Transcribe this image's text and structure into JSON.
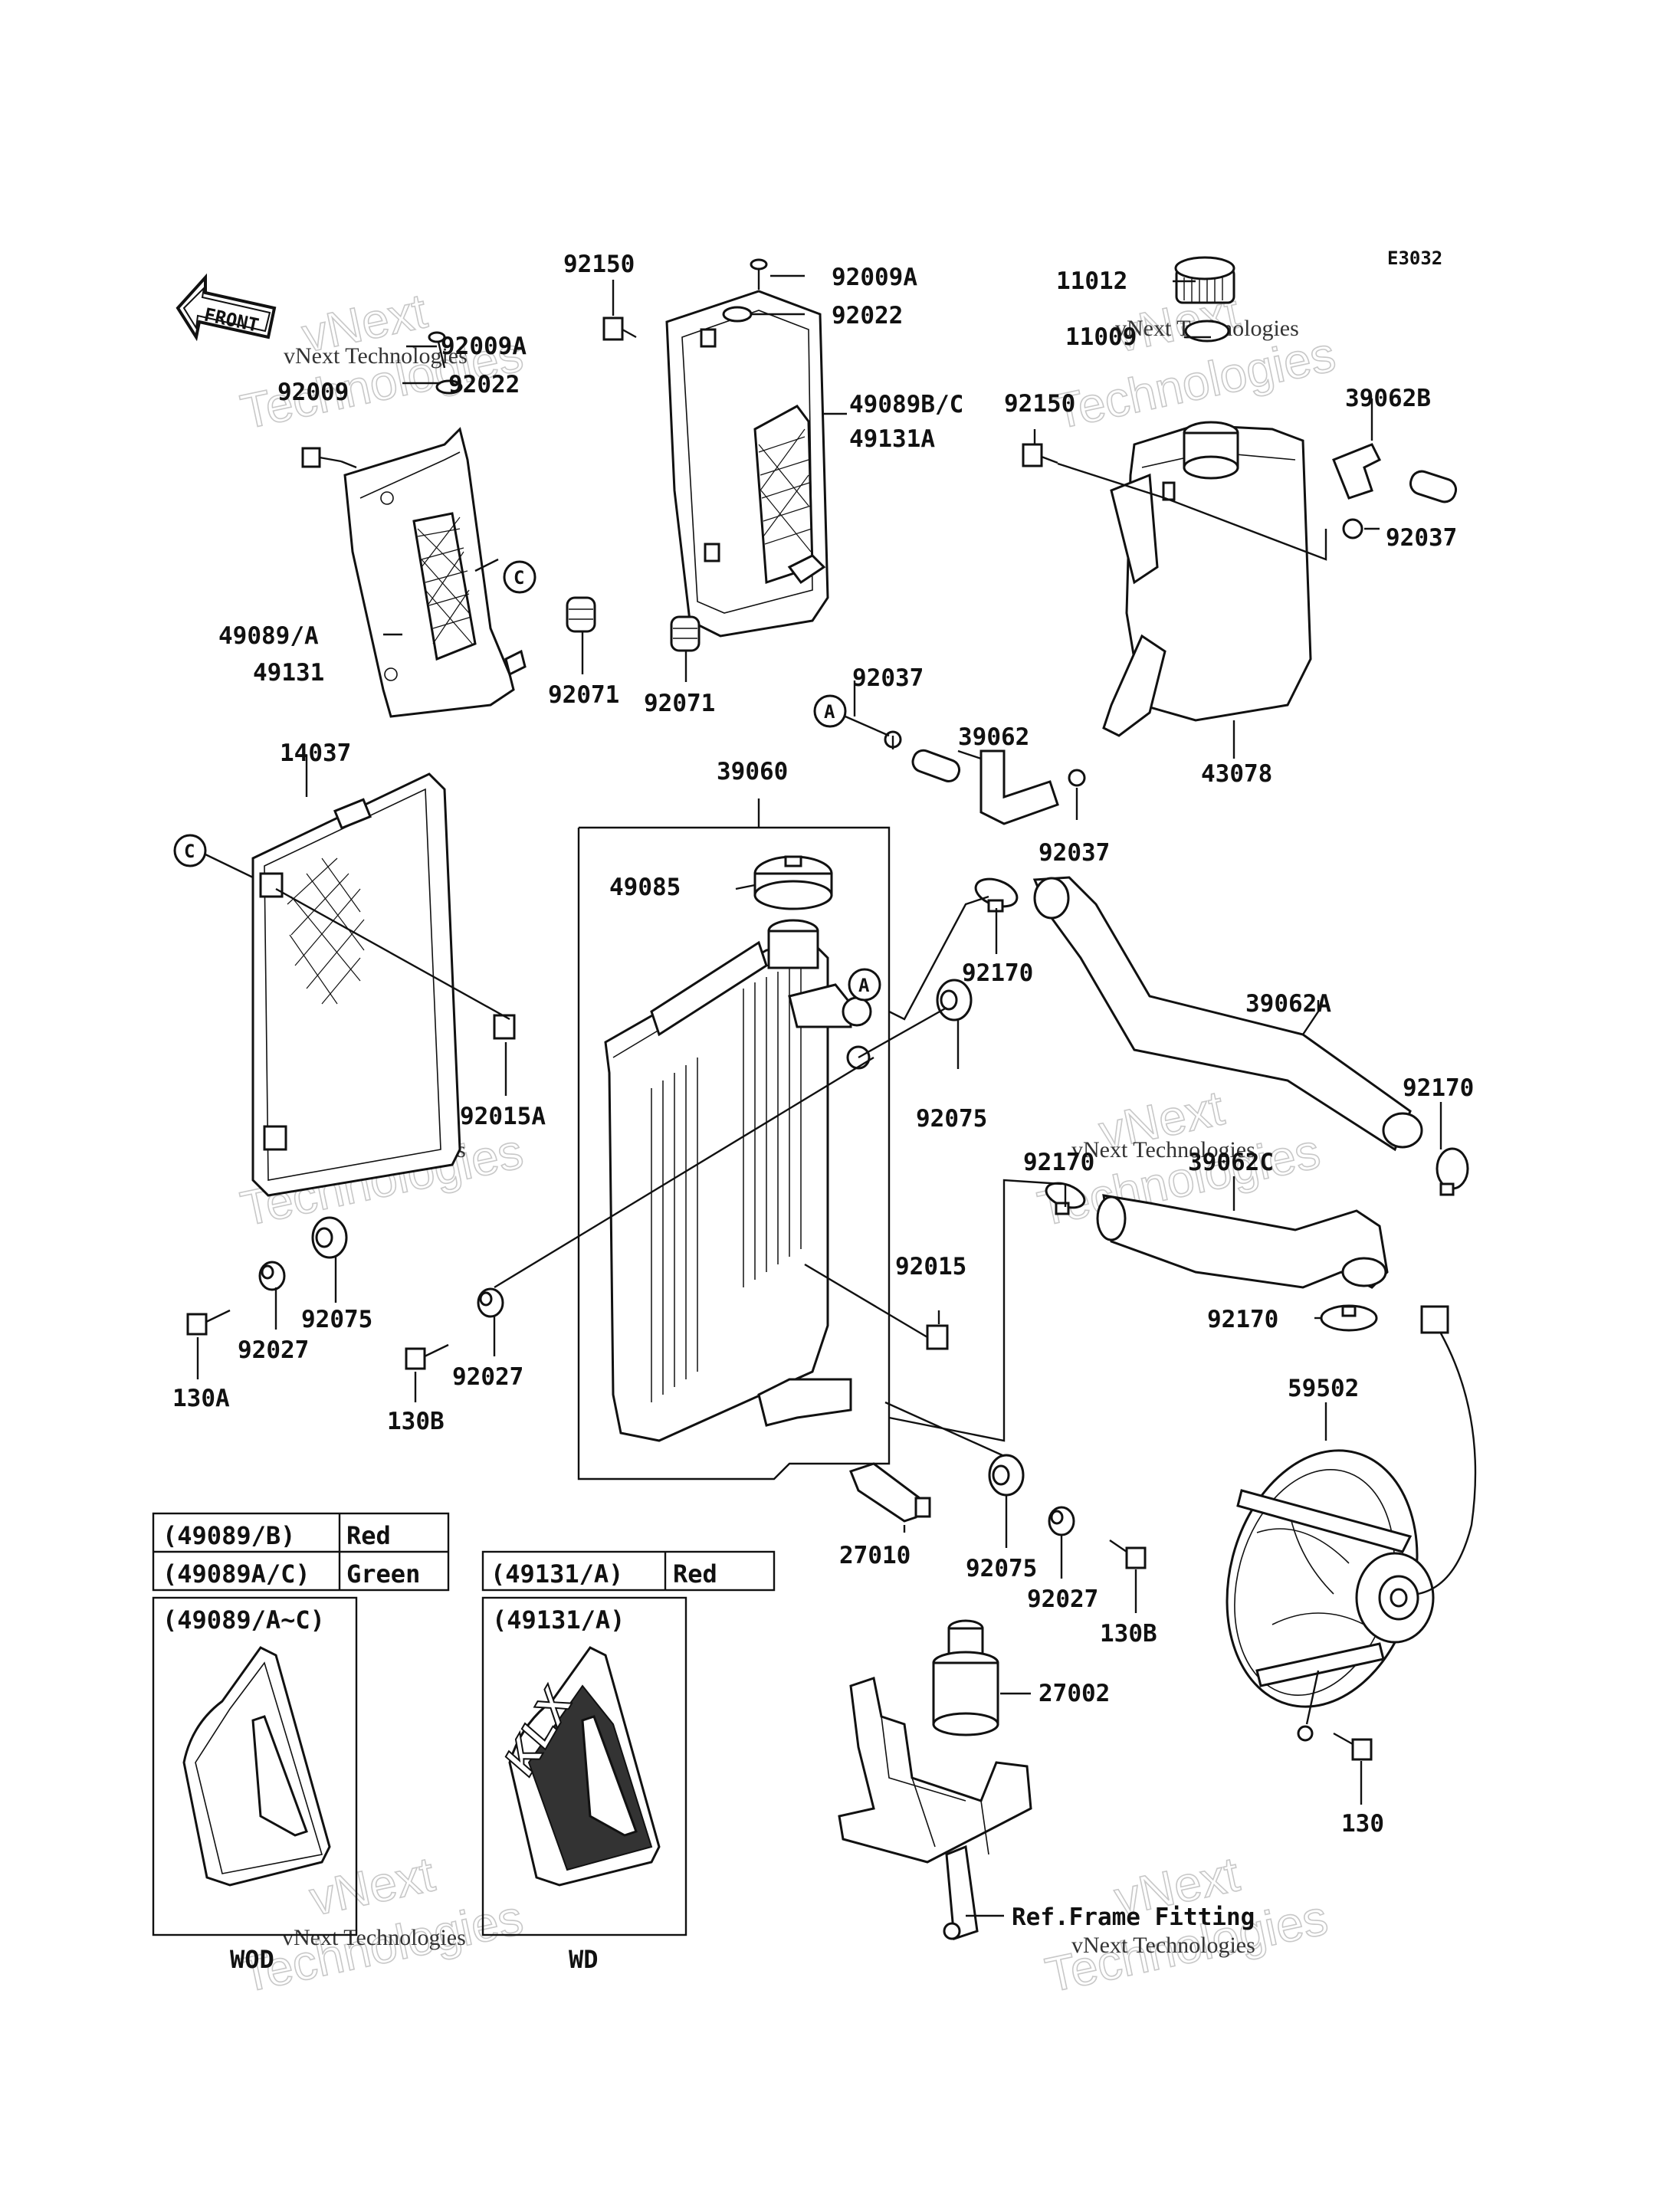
{
  "diagram_code": "E3032",
  "front_label": "FRONT",
  "callouts": {
    "A": "A",
    "C": "C"
  },
  "parts": {
    "p92150_left": "92150",
    "p92009A_top": "92009A",
    "p92022_top": "92022",
    "p92009A_left": "92009A",
    "p92022_left": "92022",
    "p92009": "92009",
    "p49089BC": "49089B/C",
    "p49131A": "49131A",
    "p11012": "11012",
    "p11009": "11009",
    "p92150_right": "92150",
    "p39062B": "39062B",
    "p92037_right": "92037",
    "p49089A": "49089/A",
    "p49131": "49131",
    "p92071_a": "92071",
    "p92071_b": "92071",
    "p92037_mid": "92037",
    "p39062": "39062",
    "p92037_low": "92037",
    "p43078": "43078",
    "p14037": "14037",
    "p39060": "39060",
    "p49085": "49085",
    "p92170_a": "92170",
    "p39062A": "39062A",
    "p92170_b": "92170",
    "p92015A": "92015A",
    "p92075_a": "92075",
    "p92170_c": "92170",
    "p39062C": "39062C",
    "p92015": "92015",
    "p92170_d": "92170",
    "p130A": "130A",
    "p92027_a": "92027",
    "p92075_b": "92075",
    "p130B_a": "130B",
    "p92027_b": "92027",
    "p59502": "59502",
    "p27010": "27010",
    "p92075_c": "92075",
    "p92027_c": "92027",
    "p130B_b": "130B",
    "p27002": "27002",
    "p130": "130",
    "ref_frame": "Ref.Frame Fitting"
  },
  "color_table_left": [
    {
      "part": "(49089/B)",
      "color": "Red"
    },
    {
      "part": "(49089A/C)",
      "color": "Green"
    }
  ],
  "color_table_right": [
    {
      "part": "(49131/A)",
      "color": "Red"
    }
  ],
  "decal_boxes": {
    "left_title": "(49089/A~C)",
    "left_caption": "WOD",
    "right_title": "(49131/A)",
    "right_caption": "WD",
    "right_logo": "KLX"
  },
  "watermark": {
    "big_line1": "vNext",
    "big_line2": "Technologies",
    "small": "vNext Technologies"
  }
}
